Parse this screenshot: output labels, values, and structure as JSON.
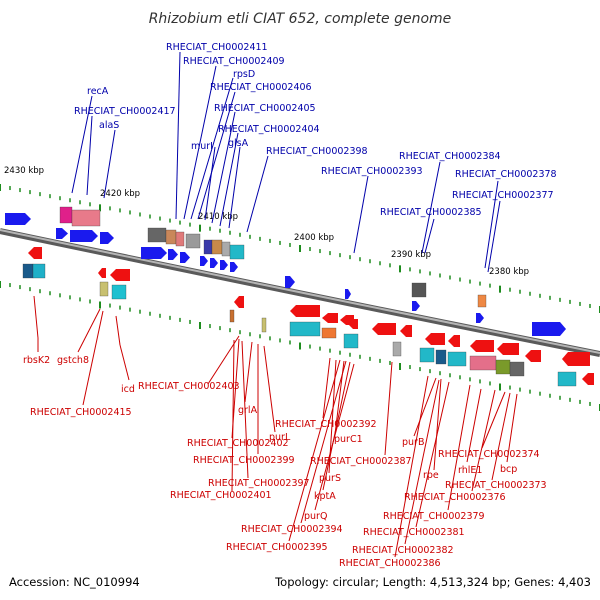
{
  "title": "Rhizobium etli CIAT 652, complete genome",
  "footer": {
    "accession": "Accession: NC_010994",
    "summary": "Topology: circular; Length: 4,513,324 bp; Genes: 4,403"
  },
  "colors": {
    "top_label": "#0000aa",
    "bottom_label": "#cc0000",
    "forward_gene": "#1a1aee",
    "reverse_gene": "#ee1111",
    "tick": "#1e8c1e",
    "backbone": "#7a7a7a"
  },
  "scale_labels": [
    "2430 kbp",
    "2420 kbp",
    "2410 kbp",
    "2400 kbp",
    "2390 kbp",
    "2380 kbp"
  ],
  "top_genes": [
    "RHECIAT_CH0002411",
    "RHECIAT_CH0002409",
    "rpsD",
    "RHECIAT_CH0002406",
    "recA",
    "RHECIAT_CH0002417",
    "alaS",
    "RHECIAT_CH0002405",
    "RHECIAT_CH0002404",
    "murI",
    "glsA",
    "RHECIAT_CH0002398",
    "RHECIAT_CH0002384",
    "RHECIAT_CH0002393",
    "RHECIAT_CH0002378",
    "RHECIAT_CH0002377",
    "RHECIAT_CH0002385"
  ],
  "bottom_genes": [
    "rbsK2",
    "gstch8",
    "icd",
    "RHECIAT_CH0002415",
    "RHECIAT_CH0002403",
    "grlA",
    "RHECIAT_CH0002392",
    "purL",
    "RHECIAT_CH0002402",
    "purC1",
    "RHECIAT_CH0002399",
    "RHECIAT_CH0002387",
    "purS",
    "RHECIAT_CH0002397",
    "kptA",
    "RHECIAT_CH0002401",
    "purQ",
    "RHECIAT_CH0002394",
    "RHECIAT_CH0002395",
    "purB",
    "rpe",
    "rhlE1",
    "bcp",
    "RHECIAT_CH0002374",
    "RHECIAT_CH0002373",
    "RHECIAT_CH0002376",
    "RHECIAT_CH0002379",
    "RHECIAT_CH0002381",
    "RHECIAT_CH0002382",
    "RHECIAT_CH0002386"
  ]
}
